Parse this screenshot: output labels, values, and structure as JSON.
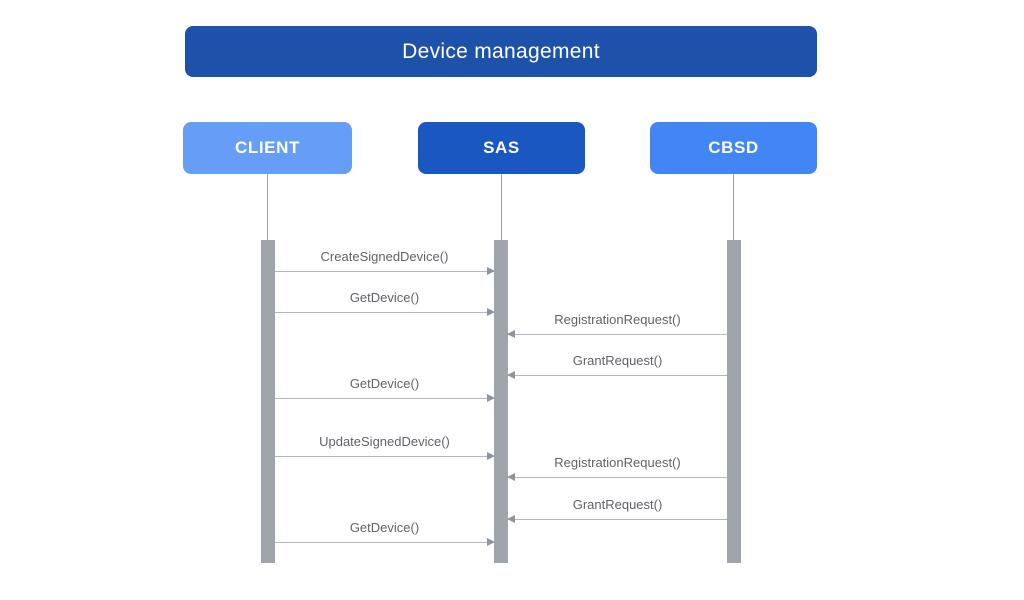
{
  "title": "Device management",
  "actors": [
    {
      "id": "client",
      "label": "CLIENT",
      "color": "#669DF6"
    },
    {
      "id": "sas",
      "label": "SAS",
      "color": "#1B57C0"
    },
    {
      "id": "cbsd",
      "label": "CBSD",
      "color": "#4285F4"
    }
  ],
  "messages": [
    {
      "label": "CreateSignedDevice()",
      "from": "CLIENT",
      "to": "SAS"
    },
    {
      "label": "GetDevice()",
      "from": "CLIENT",
      "to": "SAS"
    },
    {
      "label": "RegistrationRequest()",
      "from": "CBSD",
      "to": "SAS"
    },
    {
      "label": "GrantRequest()",
      "from": "CBSD",
      "to": "SAS"
    },
    {
      "label": "GetDevice()",
      "from": "CLIENT",
      "to": "SAS"
    },
    {
      "label": "UpdateSignedDevice()",
      "from": "CLIENT",
      "to": "SAS"
    },
    {
      "label": "RegistrationRequest()",
      "from": "CBSD",
      "to": "SAS"
    },
    {
      "label": "GrantRequest()",
      "from": "CBSD",
      "to": "SAS"
    },
    {
      "label": "GetDevice()",
      "from": "CLIENT",
      "to": "SAS"
    }
  ],
  "colors": {
    "background": "#FFFFFF",
    "title_bg": "#1E51A9",
    "title_text": "#FFFFFF",
    "actor_text": "#FFFFFF",
    "lifeline": "#9AA0A6",
    "activation_bar": "#A0A5AC",
    "arrow_line": "#B4B8BD",
    "arrow_head": "#8F959C",
    "message_text": "#5F6368"
  }
}
